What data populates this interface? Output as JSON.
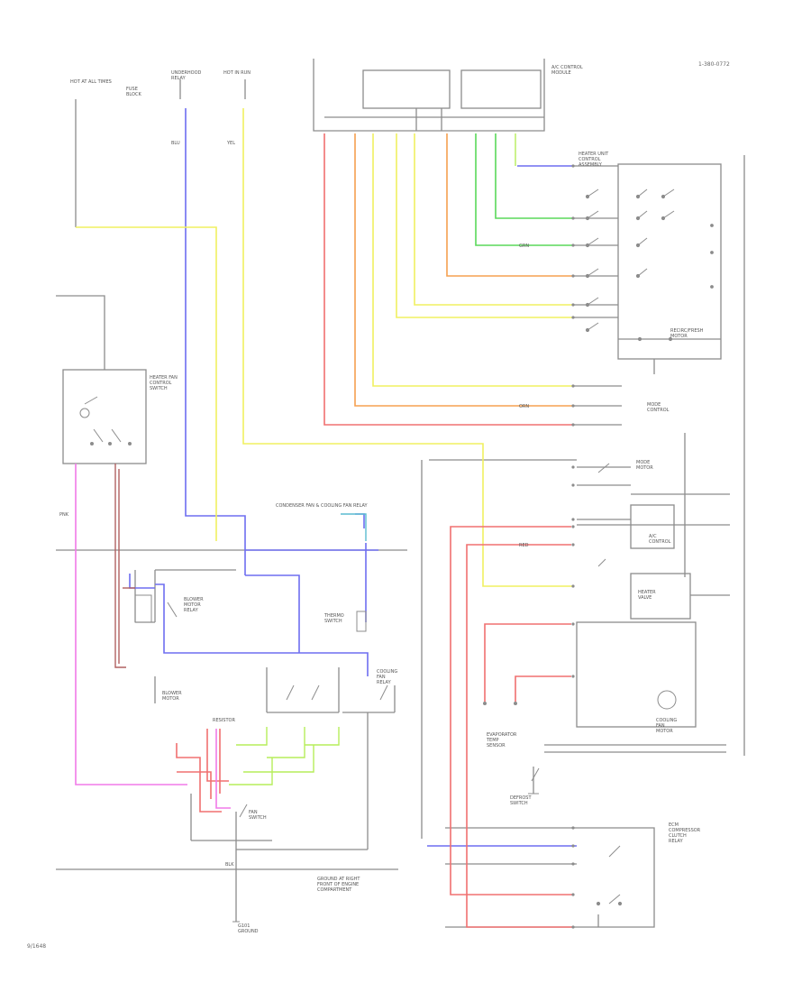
{
  "colors": {
    "background": "#ffffff",
    "frame": "#8c8c8c",
    "blue": "#6e6ef0",
    "yellow": "#f0f060",
    "green": "#5ad85a",
    "red": "#f07070",
    "orange": "#f5a050",
    "pink": "#f07ae8",
    "lightgreen": "#b6ee5a",
    "teal": "#5abcd0",
    "brown": "#b06060"
  },
  "header": {
    "page_ref": "1-380-0772",
    "figure_id": "9/1648"
  },
  "labels": {
    "hot_at_all_times": "HOT AT ALL TIMES",
    "fuse_top": "FUSE\nBLOCK",
    "underhood_relay": "UNDERHOOD\nRELAY",
    "hot_in_run": "HOT IN RUN",
    "hvac_cm": "A/C CONTROL\nMODULE",
    "heater_unit": "HEATER UNIT\nCONTROL\nASSEMBLY",
    "fan_control_switch": "HEATER FAN\nCONTROL\nSWITCH",
    "mode_control": "MODE\nCONTROL",
    "blower_relay": "BLOWER\nMOTOR\nRELAY",
    "condenser_fan_relay": "CONDENSER FAN & COOLING FAN RELAY",
    "cooling_relay": "COOLING\nFAN\nRELAY",
    "blower_motor": "BLOWER\nMOTOR",
    "resistor": "RESISTOR",
    "thermo": "THERMO\nSWITCH",
    "fan_switch": "FAN\nSWITCH",
    "mode_motor": "MODE\nMOTOR",
    "recirc": "RECIRC/FRESH\nMOTOR",
    "ac_control": "A/C\nCONTROL",
    "heater_valve": "HEATER\nVALVE",
    "cooling_fan_motor": "COOLING\nFAN\nMOTOR",
    "defrost_sw": "DEFROST\nSWITCH",
    "evaporator": "EVAPORATOR\nTEMP\nSENSOR",
    "ground_note": "GROUND AT RIGHT\nFRONT OF ENGINE\nCOMPARTMENT",
    "ecm_note": "ECM\nCOMPRESSOR\nCLUTCH\nRELAY",
    "g101": "G101\nGROUND",
    "wire_blu": "BLU",
    "wire_yel": "YEL",
    "wire_grn": "GRN",
    "wire_red": "RED",
    "wire_orn": "ORN",
    "wire_pnk": "PNK",
    "wire_blk": "BLK"
  }
}
